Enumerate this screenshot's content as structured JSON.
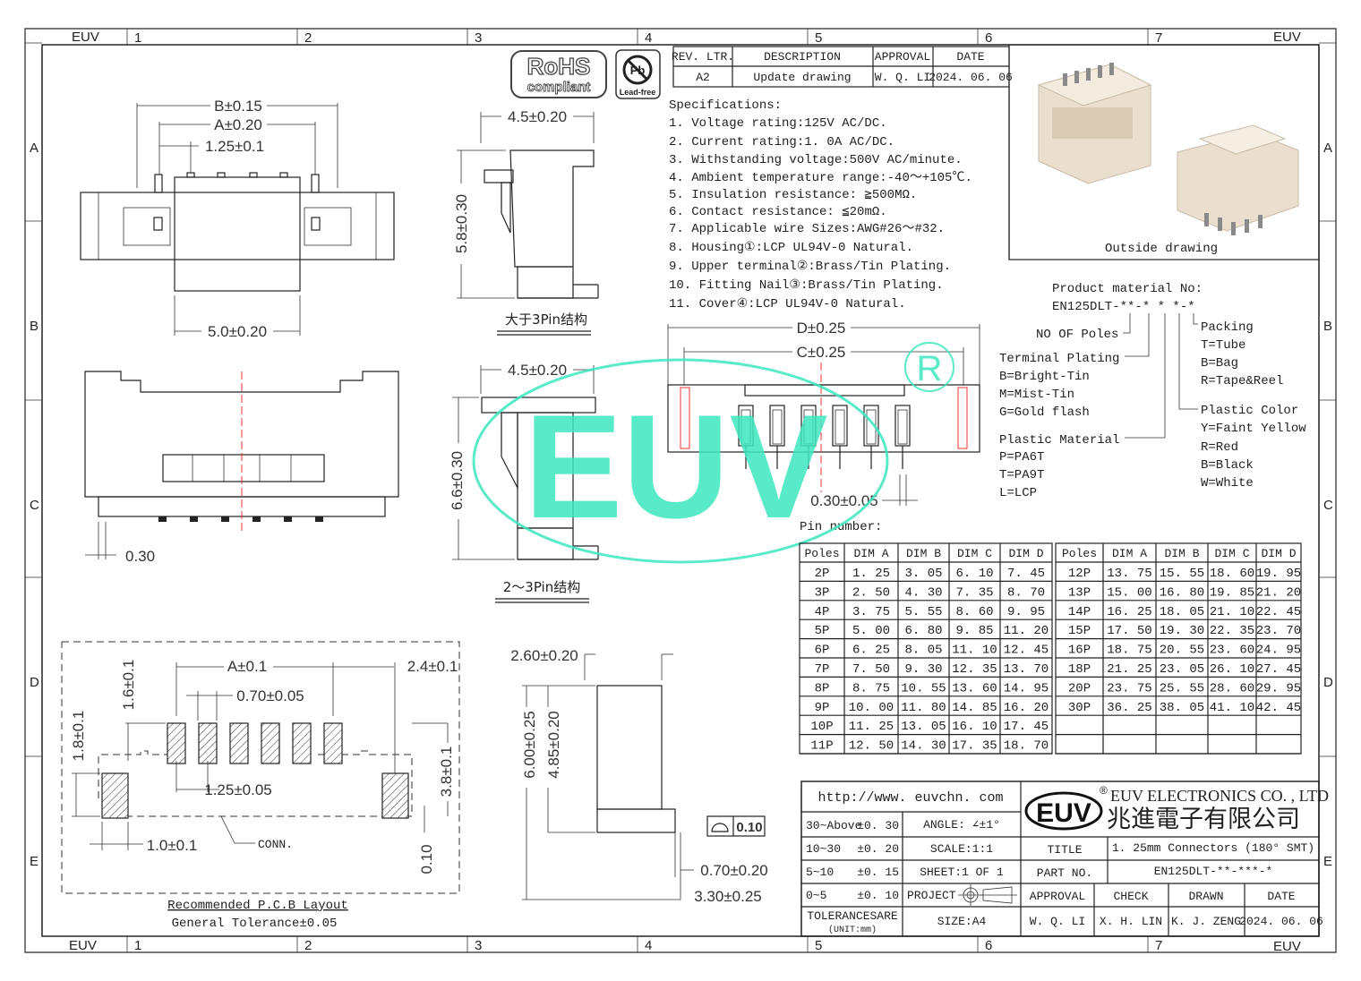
{
  "frame": {
    "corner_labels": [
      "EUV",
      "EUV",
      "EUV",
      "EUV"
    ],
    "columns": [
      "1",
      "2",
      "3",
      "4",
      "5",
      "6",
      "7"
    ],
    "rows": [
      "A",
      "B",
      "C",
      "D",
      "E"
    ]
  },
  "logos": {
    "rohs": "RoHS",
    "rohs_sub": "compliant",
    "lead_free": "Lead-free",
    "lead_free_symbol": "Pb"
  },
  "revision": {
    "headers": [
      "REV. LTR.",
      "DESCRIPTION",
      "APPROVAL",
      "DATE"
    ],
    "row": [
      "A2",
      "Update drawing",
      "W. Q. LI",
      "2024. 06. 06"
    ]
  },
  "specifications": {
    "title": "Specifications:",
    "items": [
      "1. Voltage rating:125V AC/DC.",
      "2. Current rating:1. 0A AC/DC.",
      "3. Withstanding voltage:500V AC/minute.",
      "4. Ambient temperature range:-40～+105℃.",
      "5. Insulation resistance: ≧500MΩ.",
      "6. Contact resistance: ≦20mΩ.",
      "7. Applicable wire Sizes:AWG#26～#32.",
      "8. Housing①:LCP UL94V-0 Natural.",
      "9. Upper terminal②:Brass/Tin Plating.",
      "10. Fitting Nail③:Brass/Tin Plating.",
      "11. Cover④:LCP UL94V-0 Natural."
    ]
  },
  "outside_drawing_label": "Outside drawing",
  "material_no": {
    "title": "Product material No:",
    "code": "EN125DLT-**-* * *-*",
    "no_of_poles": "NO OF Poles",
    "terminal_plating": {
      "label": "Terminal Plating",
      "options": [
        "B=Bright-Tin",
        "M=Mist-Tin",
        "G=Gold flash"
      ]
    },
    "plastic_material": {
      "label": "Plastic Material",
      "options": [
        "P=PA6T",
        "T=PA9T",
        "L=LCP"
      ]
    },
    "packing": {
      "label": "Packing",
      "options": [
        "T=Tube",
        "B=Bag",
        "R=Tape&Reel"
      ]
    },
    "plastic_color": {
      "label": "Plastic Color",
      "options": [
        "Y=Faint Yellow",
        "R=Red",
        "B=Black",
        "W=White"
      ]
    }
  },
  "dims": {
    "top_b": "B±0.15",
    "top_a": "A±0.20",
    "top_pitch": "1.25±0.1",
    "top_width": "5.0±0.20",
    "front_030": "0.30",
    "side1_w": "4.5±0.20",
    "side1_h": "5.8±0.30",
    "side1_caption": "大于3Pin结构",
    "side2_w": "4.5±0.20",
    "side2_h": "6.6±0.30",
    "side2_caption": "2～3Pin结构",
    "bottom_d": "D±0.25",
    "bottom_c": "C±0.25",
    "bottom_pin": "0.30±0.05",
    "pin_number": "Pin number:",
    "profile_w": "2.60±0.20",
    "profile_h1": "6.00±0.25",
    "profile_h2": "4.85±0.20",
    "flatness": "0.10",
    "profile_070": "0.70±0.20",
    "profile_330": "3.30±0.25",
    "pcb_a": "A±0.1",
    "pcb_24": "2.4±0.1",
    "pcb_070": "0.70±0.05",
    "pcb_16": "1.6±0.1",
    "pcb_18": "1.8±0.1",
    "pcb_125": "1.25±0.05",
    "pcb_38": "3.8±0.1",
    "pcb_10": "1.0±0.1",
    "pcb_conn": "CONN.",
    "pcb_010": "0.10",
    "pcb_caption": "Recommended P.C.B Layout",
    "pcb_tolerance": "General Tolerance±0.05"
  },
  "watermark": {
    "text": "EUV",
    "reg": "R",
    "color": "#3de8c0"
  },
  "dim_table": {
    "headers": [
      "Poles",
      "DIM A",
      "DIM B",
      "DIM C",
      "DIM D"
    ],
    "left": [
      [
        "2P",
        "1. 25",
        "3. 05",
        "6. 10",
        "7. 45"
      ],
      [
        "3P",
        "2. 50",
        "4. 30",
        "7. 35",
        "8. 70"
      ],
      [
        "4P",
        "3. 75",
        "5. 55",
        "8. 60",
        "9. 95"
      ],
      [
        "5P",
        "5. 00",
        "6. 80",
        "9. 85",
        "11. 20"
      ],
      [
        "6P",
        "6. 25",
        "8. 05",
        "11. 10",
        "12. 45"
      ],
      [
        "7P",
        "7. 50",
        "9. 30",
        "12. 35",
        "13. 70"
      ],
      [
        "8P",
        "8. 75",
        "10. 55",
        "13. 60",
        "14. 95"
      ],
      [
        "9P",
        "10. 00",
        "11. 80",
        "14. 85",
        "16. 20"
      ],
      [
        "10P",
        "11. 25",
        "13. 05",
        "16. 10",
        "17. 45"
      ],
      [
        "11P",
        "12. 50",
        "14. 30",
        "17. 35",
        "18. 70"
      ]
    ],
    "right": [
      [
        "12P",
        "13. 75",
        "15. 55",
        "18. 60",
        "19. 95"
      ],
      [
        "13P",
        "15. 00",
        "16. 80",
        "19. 85",
        "21. 20"
      ],
      [
        "14P",
        "16. 25",
        "18. 05",
        "21. 10",
        "22. 45"
      ],
      [
        "15P",
        "17. 50",
        "19. 30",
        "22. 35",
        "23. 70"
      ],
      [
        "16P",
        "18. 75",
        "20. 55",
        "23. 60",
        "24. 95"
      ],
      [
        "18P",
        "21. 25",
        "23. 05",
        "26. 10",
        "27. 45"
      ],
      [
        "20P",
        "23. 75",
        "25. 55",
        "28. 60",
        "29. 95"
      ],
      [
        "30P",
        "36. 25",
        "38. 05",
        "41. 10",
        "42. 45"
      ],
      [
        "",
        "",
        "",
        "",
        ""
      ],
      [
        "",
        "",
        "",
        "",
        ""
      ]
    ]
  },
  "title_block": {
    "url": "http://www. euvchn. com",
    "logo": "EUV",
    "company_en": "EUV ELECTRONICS CO. , LTD",
    "company_cn": "兆進電子有限公司",
    "tolerances": [
      [
        "30~Above",
        "±0. 30"
      ],
      [
        "10~30",
        "±0. 20"
      ],
      [
        "5~10",
        "±0. 15"
      ],
      [
        "0~5",
        "±0. 10"
      ]
    ],
    "tolerance_label": "TOLERANCESARE",
    "unit_label": "(UNIT:mm)",
    "angle": "ANGLE: ∠±1°",
    "scale": "SCALE:1:1",
    "sheet": "SHEET:1 OF 1",
    "project": "PROJECT",
    "size": "SIZE:A4",
    "title_label": "TITLE",
    "title_value": "1. 25mm Connectors (180° SMT)",
    "part_label": "PART NO.",
    "part_value": "EN125DLT-**-***-*",
    "sign_headers": [
      "APPROVAL",
      "CHECK",
      "DRAWN",
      "DATE"
    ],
    "sign_values": [
      "W. Q. LI",
      "X. H. LIN",
      "K. J. ZENG",
      "2024. 06. 06"
    ]
  }
}
